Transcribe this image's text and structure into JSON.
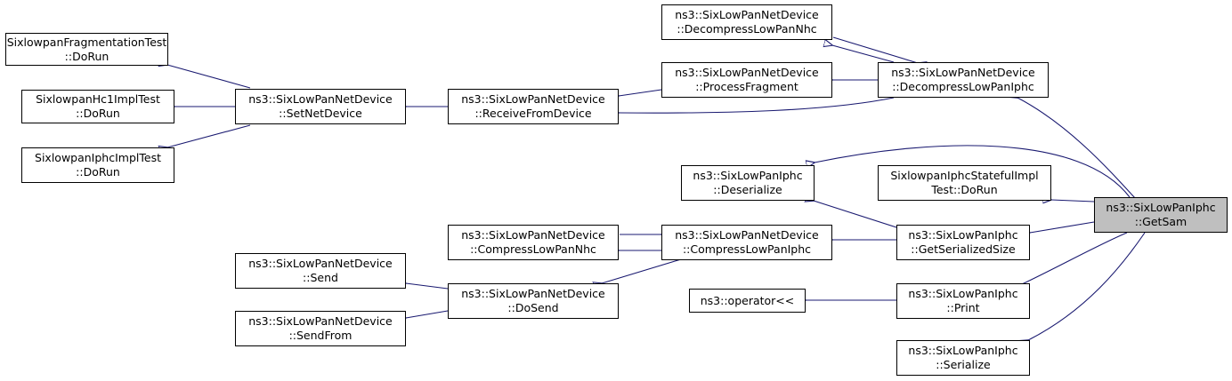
{
  "diagram": {
    "edge_color": "#191970",
    "focus_fill": "#bfbfbf",
    "nodes": {
      "frag_test": {
        "line1": "SixlowpanFragmentationTest",
        "line2": "::DoRun"
      },
      "hc1_test": {
        "line1": "SixlowpanHc1ImplTest",
        "line2": "::DoRun"
      },
      "iphc_test": {
        "line1": "SixlowpanIphcImplTest",
        "line2": "::DoRun"
      },
      "set_net": {
        "line1": "ns3::SixLowPanNetDevice",
        "line2": "::SetNetDevice"
      },
      "receive": {
        "line1": "ns3::SixLowPanNetDevice",
        "line2": "::ReceiveFromDevice"
      },
      "decomp_nhc": {
        "line1": "ns3::SixLowPanNetDevice",
        "line2": "::DecompressLowPanNhc"
      },
      "proc_frag": {
        "line1": "ns3::SixLowPanNetDevice",
        "line2": "::ProcessFragment"
      },
      "decomp_iphc": {
        "line1": "ns3::SixLowPanNetDevice",
        "line2": "::DecompressLowPanIphc"
      },
      "deserialize": {
        "line1": "ns3::SixLowPanIphc",
        "line2": "::Deserialize"
      },
      "stateful": {
        "line1": "SixlowpanIphcStatefulImpl",
        "line2": "Test::DoRun"
      },
      "comp_nhc": {
        "line1": "ns3::SixLowPanNetDevice",
        "line2": "::CompressLowPanNhc"
      },
      "comp_iphc": {
        "line1": "ns3::SixLowPanNetDevice",
        "line2": "::CompressLowPanIphc"
      },
      "ser_size": {
        "line1": "ns3::SixLowPanIphc",
        "line2": "::GetSerializedSize"
      },
      "get_sam": {
        "line1": "ns3::SixLowPanIphc",
        "line2": "::GetSam"
      },
      "send": {
        "line1": "ns3::SixLowPanNetDevice",
        "line2": "::Send"
      },
      "do_send": {
        "line1": "ns3::SixLowPanNetDevice",
        "line2": "::DoSend"
      },
      "send_from": {
        "line1": "ns3::SixLowPanNetDevice",
        "line2": "::SendFrom"
      },
      "operator": {
        "line1": "ns3::operator<<"
      },
      "print": {
        "line1": "ns3::SixLowPanIphc",
        "line2": "::Print"
      },
      "serialize": {
        "line1": "ns3::SixLowPanIphc",
        "line2": "::Serialize"
      }
    }
  }
}
